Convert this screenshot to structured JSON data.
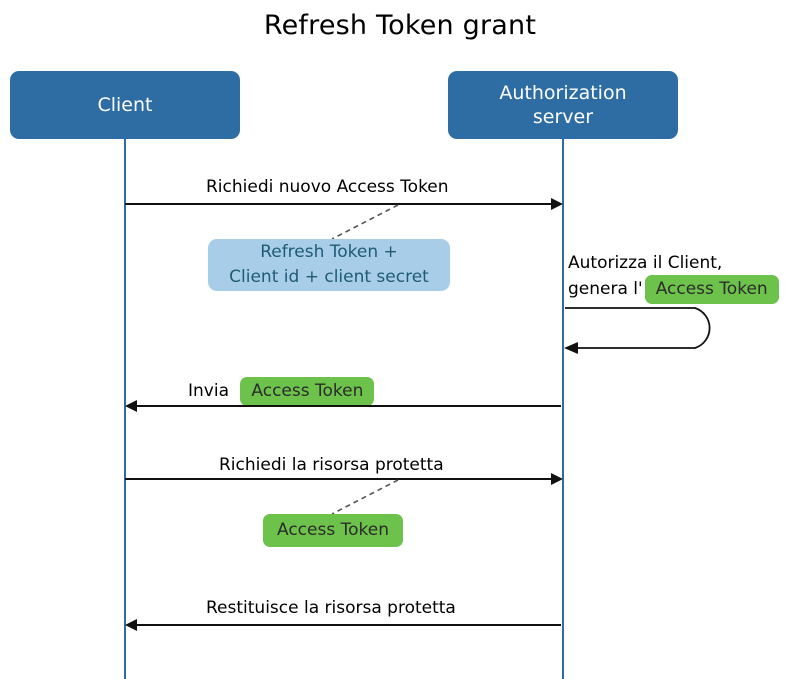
{
  "diagram": {
    "type": "sequence-diagram",
    "title": "Refresh Token grant",
    "colors": {
      "participant_fill": "#2E6DA4",
      "participant_text": "#FFFFFF",
      "lifeline": "#2E6DA4",
      "note_blue_fill": "#A7CDE8",
      "note_blue_text": "#1F5B75",
      "badge_green_fill": "#6CC24A",
      "badge_green_text": "#2B2B2B",
      "arrow": "#111111",
      "connector_dashed": "#555555",
      "background": "#FFFFFF"
    }
  },
  "participants": [
    {
      "id": "client",
      "label": "Client"
    },
    {
      "id": "authserver",
      "label": "Authorization\nserver"
    }
  ],
  "messages": [
    {
      "id": "msg-1",
      "label": "Richiedi nuovo Access Token",
      "from": "client",
      "to": "authserver",
      "direction": "right"
    },
    {
      "id": "msg-2",
      "label": "Invia",
      "badge": "Access Token",
      "from": "authserver",
      "to": "client",
      "direction": "left"
    },
    {
      "id": "msg-3",
      "label": "Richiedi la risorsa protetta",
      "from": "client",
      "to": "authserver",
      "direction": "right"
    },
    {
      "id": "msg-4",
      "label": "Restituisce la risorsa protetta",
      "from": "authserver",
      "to": "client",
      "direction": "left"
    }
  ],
  "self_message": {
    "id": "self-msg-authserver",
    "on": "authserver",
    "label_line1": "Autorizza il Client,",
    "label_line2": "genera l'",
    "badge": "Access Token"
  },
  "notes": [
    {
      "id": "note-credentials",
      "kind": "blue",
      "text": "Refresh Token +\nClient id + client secret",
      "attached_to": "msg-1"
    },
    {
      "id": "note-access-token",
      "kind": "green",
      "text": "Access Token",
      "attached_to": "msg-3"
    }
  ]
}
